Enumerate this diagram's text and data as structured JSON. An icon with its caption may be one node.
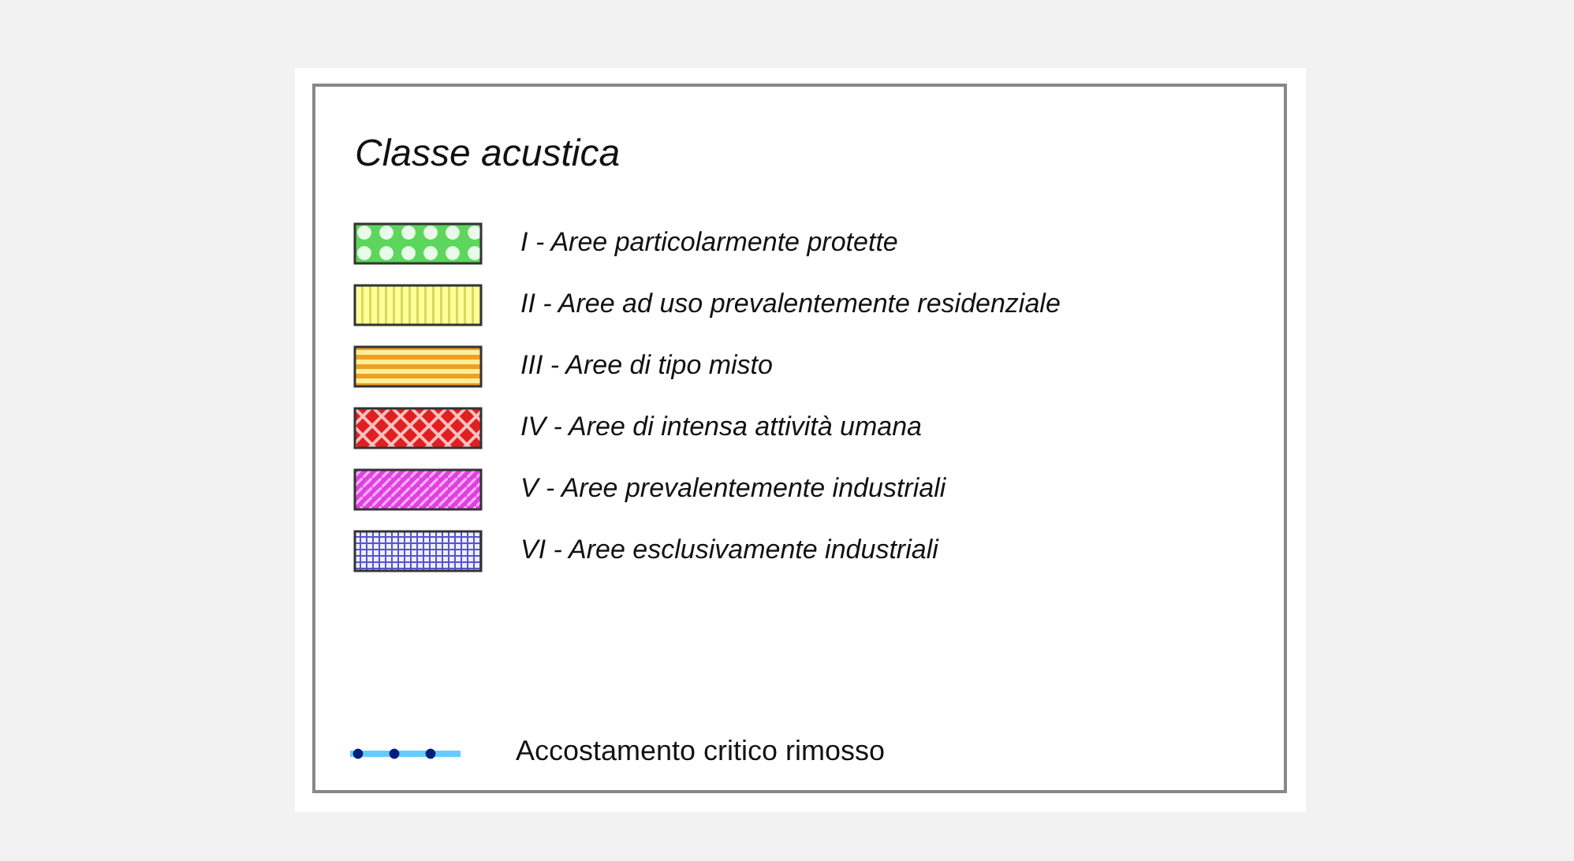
{
  "diagram": {
    "title": "Classe acustica",
    "legend": [
      {
        "text": "I - Aree particolarmente protette"
      },
      {
        "text": "II - Aree ad uso prevalentemente residenziale"
      },
      {
        "text": "III - Aree di tipo misto"
      },
      {
        "text": "IV - Aree di intensa attività umana"
      },
      {
        "text": "V - Aree prevalentemente industriali"
      },
      {
        "text": "VI - Aree esclusivamente industriali"
      },
      {
        "text": "Accostamento critico rimosso"
      }
    ]
  }
}
